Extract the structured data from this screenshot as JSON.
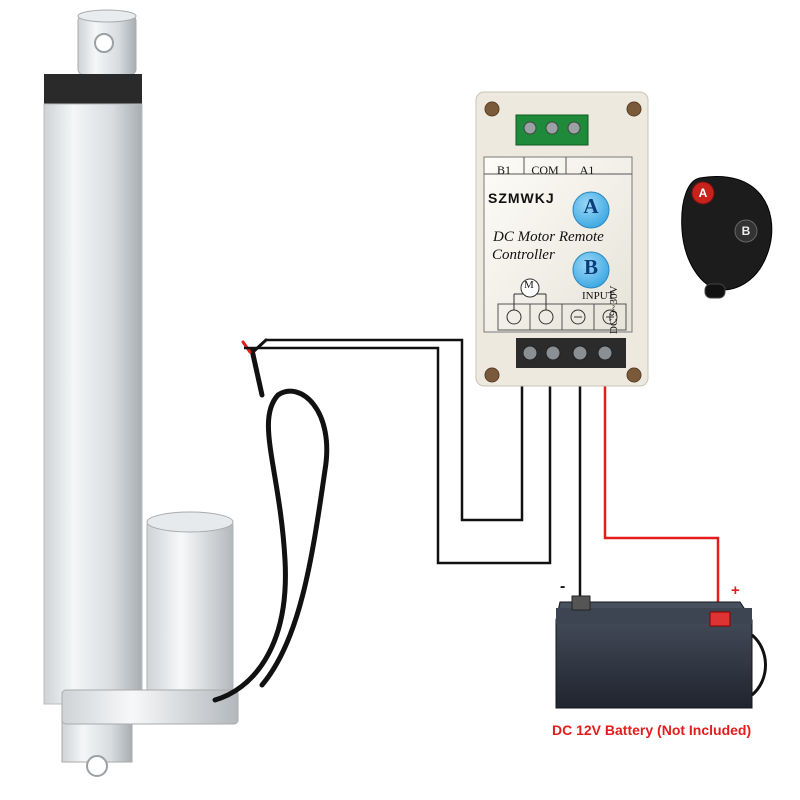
{
  "controller": {
    "brand": "SZMWKJ",
    "title_line1": "DC Motor Remote",
    "title_line2": "Controller",
    "terminals": [
      "B1",
      "COM",
      "A1"
    ],
    "button_a": "A",
    "button_b": "B",
    "motor_symbol": "M",
    "input_label": "INPUT",
    "voltage_label": "DC 9~30V"
  },
  "remote_fob": {
    "button_a": "A",
    "button_b": "B"
  },
  "battery": {
    "negative": "-",
    "positive": "+",
    "caption": "DC 12V Battery (Not Included)"
  },
  "colors": {
    "wire_red": "#e41c1c",
    "wire_black": "#111111",
    "button_blue": "#4fb8ee",
    "battery_body": "#2b3240",
    "fob_red_button": "#c8221c"
  }
}
